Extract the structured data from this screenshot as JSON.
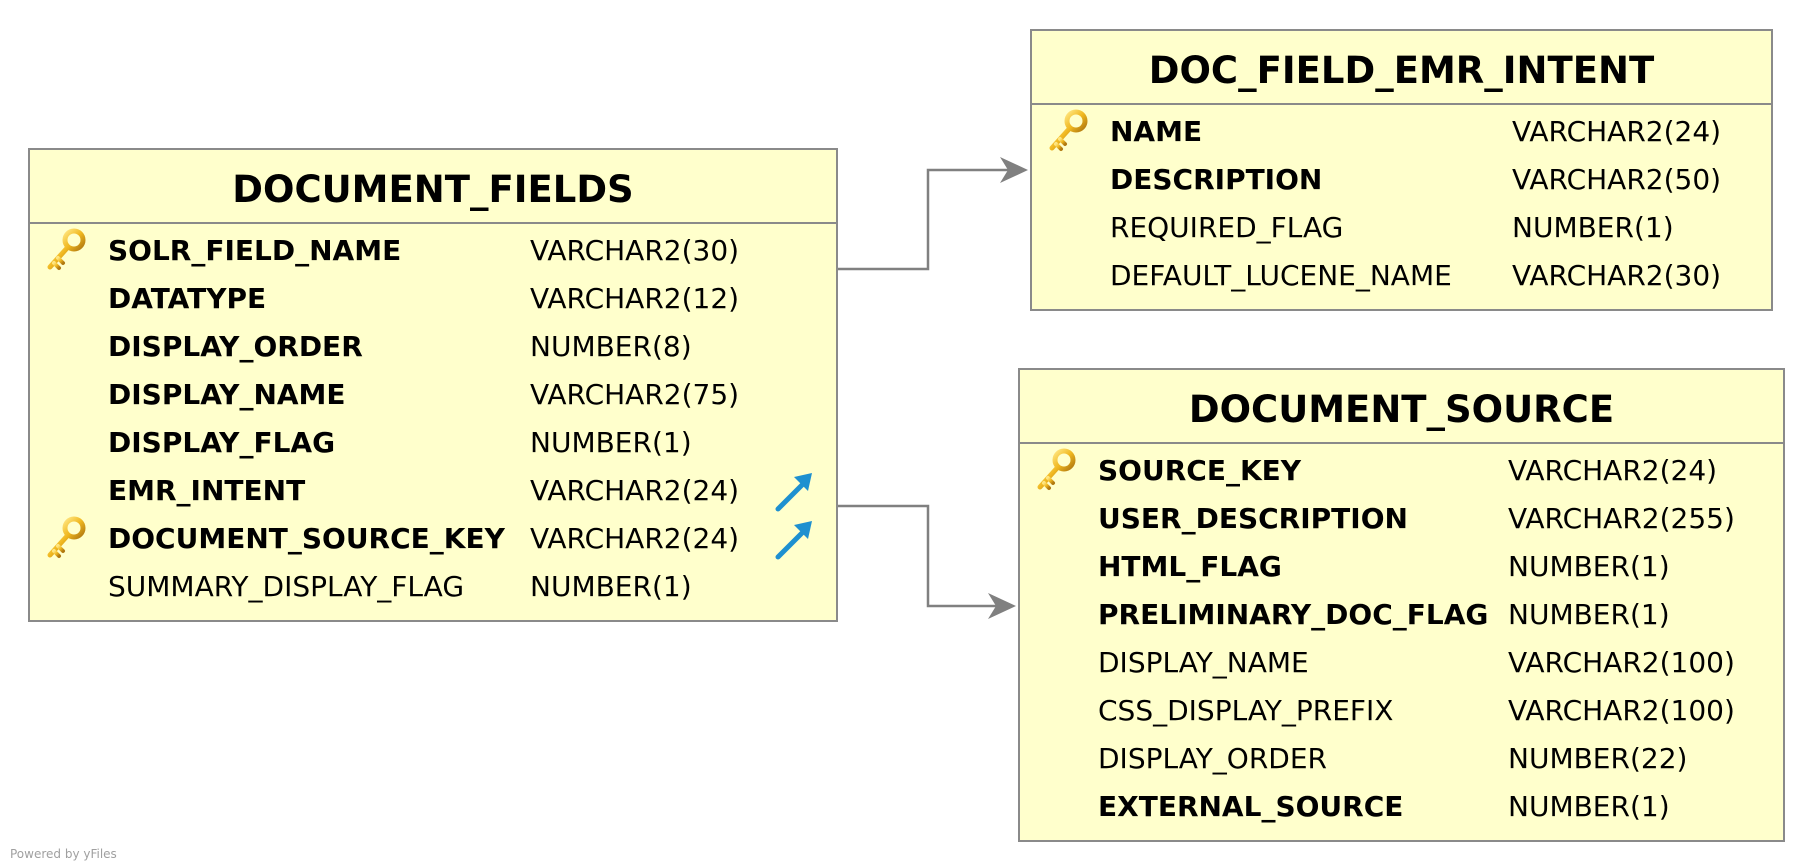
{
  "tables": {
    "document_fields": {
      "title": "DOCUMENT_FIELDS",
      "rows": [
        {
          "name": "SOLR_FIELD_NAME",
          "type": "VARCHAR2(30)",
          "bold": true,
          "pk": true,
          "fk": false
        },
        {
          "name": "DATATYPE",
          "type": "VARCHAR2(12)",
          "bold": true,
          "pk": false,
          "fk": false
        },
        {
          "name": "DISPLAY_ORDER",
          "type": "NUMBER(8)",
          "bold": true,
          "pk": false,
          "fk": false
        },
        {
          "name": "DISPLAY_NAME",
          "type": "VARCHAR2(75)",
          "bold": true,
          "pk": false,
          "fk": false
        },
        {
          "name": "DISPLAY_FLAG",
          "type": "NUMBER(1)",
          "bold": true,
          "pk": false,
          "fk": false
        },
        {
          "name": "EMR_INTENT",
          "type": "VARCHAR2(24)",
          "bold": true,
          "pk": false,
          "fk": true
        },
        {
          "name": "DOCUMENT_SOURCE_KEY",
          "type": "VARCHAR2(24)",
          "bold": true,
          "pk": true,
          "fk": true
        },
        {
          "name": "SUMMARY_DISPLAY_FLAG",
          "type": "NUMBER(1)",
          "bold": false,
          "pk": false,
          "fk": false
        }
      ]
    },
    "doc_field_emr_intent": {
      "title": "DOC_FIELD_EMR_INTENT",
      "rows": [
        {
          "name": "NAME",
          "type": "VARCHAR2(24)",
          "bold": true,
          "pk": true,
          "fk": false
        },
        {
          "name": "DESCRIPTION",
          "type": "VARCHAR2(50)",
          "bold": true,
          "pk": false,
          "fk": false
        },
        {
          "name": "REQUIRED_FLAG",
          "type": "NUMBER(1)",
          "bold": false,
          "pk": false,
          "fk": false
        },
        {
          "name": "DEFAULT_LUCENE_NAME",
          "type": "VARCHAR2(30)",
          "bold": false,
          "pk": false,
          "fk": false
        }
      ]
    },
    "document_source": {
      "title": "DOCUMENT_SOURCE",
      "rows": [
        {
          "name": "SOURCE_KEY",
          "type": "VARCHAR2(24)",
          "bold": true,
          "pk": true,
          "fk": false
        },
        {
          "name": "USER_DESCRIPTION",
          "type": "VARCHAR2(255)",
          "bold": true,
          "pk": false,
          "fk": false
        },
        {
          "name": "HTML_FLAG",
          "type": "NUMBER(1)",
          "bold": true,
          "pk": false,
          "fk": false
        },
        {
          "name": "PRELIMINARY_DOC_FLAG",
          "type": "NUMBER(1)",
          "bold": true,
          "pk": false,
          "fk": false
        },
        {
          "name": "DISPLAY_NAME",
          "type": "VARCHAR2(100)",
          "bold": false,
          "pk": false,
          "fk": false
        },
        {
          "name": "CSS_DISPLAY_PREFIX",
          "type": "VARCHAR2(100)",
          "bold": false,
          "pk": false,
          "fk": false
        },
        {
          "name": "DISPLAY_ORDER",
          "type": "NUMBER(22)",
          "bold": false,
          "pk": false,
          "fk": false
        },
        {
          "name": "EXTERNAL_SOURCE",
          "type": "NUMBER(1)",
          "bold": true,
          "pk": false,
          "fk": false
        }
      ]
    }
  },
  "relations": [
    {
      "from": "document_fields",
      "to": "doc_field_emr_intent"
    },
    {
      "from": "document_fields",
      "to": "document_source"
    }
  ],
  "footer": "Powered by yFiles",
  "colors": {
    "table_fill": "#ffffcc",
    "border": "#8a8a8a",
    "connector": "#808080",
    "key": "#e8b020",
    "fk_arrow": "#1e90d0"
  }
}
